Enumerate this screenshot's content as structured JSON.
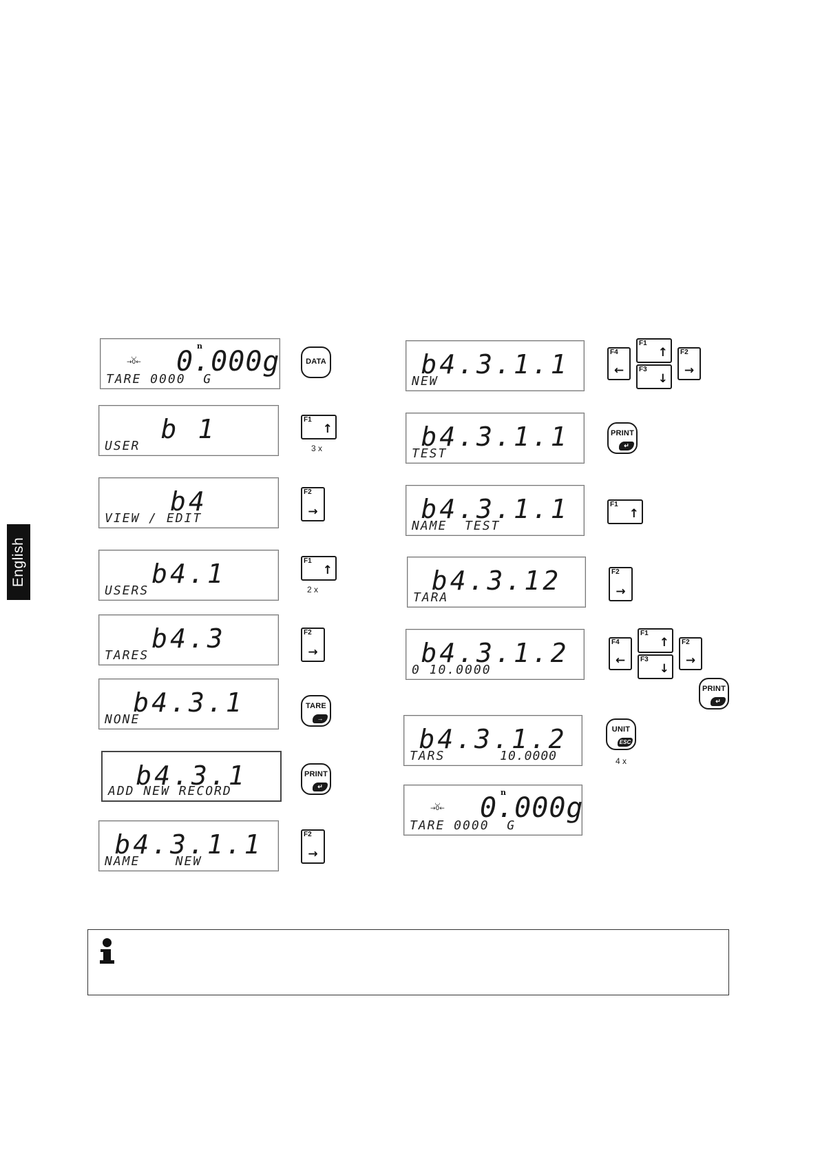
{
  "side_tab": {
    "label": "English"
  },
  "left_steps": [
    {
      "main": "0.000g",
      "sub": "TARE 0000  G",
      "indicator": "n",
      "stable_icon": "stable-indicator",
      "key": {
        "type": "round",
        "text": "DATA",
        "foot": ""
      },
      "mult": ""
    },
    {
      "main": "b 1",
      "sub": "USER",
      "key": {
        "type": "arrow",
        "label": "F1",
        "arrow": "↑"
      },
      "mult": "3 x"
    },
    {
      "main": "b4",
      "sub": "VIEW / EDIT",
      "key": {
        "type": "arrow",
        "label": "F2",
        "arrow": "→"
      },
      "mult": ""
    },
    {
      "main": "b4.1",
      "sub": "USERS",
      "key": {
        "type": "arrow",
        "label": "F1",
        "arrow": "↑"
      },
      "mult": "2 x"
    },
    {
      "main": "b4.3",
      "sub": "TARES",
      "key": {
        "type": "arrow",
        "label": "F2",
        "arrow": "→"
      },
      "mult": ""
    },
    {
      "main": "b4.3.1",
      "sub": "NONE",
      "key": {
        "type": "round",
        "text": "TARE",
        "foot": "→"
      },
      "mult": ""
    },
    {
      "main": "b4.3.1",
      "sub": "ADD NEW RECORD",
      "key": {
        "type": "round",
        "text": "PRINT",
        "foot": "↵"
      },
      "mult": ""
    },
    {
      "main": "b4.3.1.1",
      "sub": "NAME    NEW",
      "key": {
        "type": "arrow",
        "label": "F2",
        "arrow": "→"
      },
      "mult": ""
    }
  ],
  "right_steps": [
    {
      "main": "b4.3.1.1",
      "sub": "NEW",
      "key": {
        "type": "cluster"
      },
      "mult": ""
    },
    {
      "main": "b4.3.1.1",
      "sub": "TEST",
      "key": {
        "type": "round",
        "text": "PRINT",
        "foot": "↵"
      },
      "mult": ""
    },
    {
      "main": "b4.3.1.1",
      "sub": "NAME  TEST",
      "key": {
        "type": "arrow",
        "label": "F1",
        "arrow": "↑"
      },
      "mult": ""
    },
    {
      "main": "b4.3.12",
      "sub": "TARA",
      "key": {
        "type": "arrow",
        "label": "F2",
        "arrow": "→"
      },
      "mult": ""
    },
    {
      "main": "b4.3.1.2",
      "sub": "0 10.0000",
      "key": {
        "type": "cluster"
      },
      "mult": ""
    },
    {
      "main": "b4.3.1.2",
      "sub": "TARS",
      "sub2": "10.0000",
      "key": {
        "type": "round",
        "text": "UNIT",
        "foot": "ESC"
      },
      "mult": "4 x"
    },
    {
      "main": "0.000g",
      "sub": "TARE 0000  G",
      "indicator": "n",
      "stable_icon": "stable-indicator",
      "key": null,
      "mult": ""
    }
  ],
  "extra_print_key": {
    "text": "PRINT",
    "foot": "↵"
  },
  "cluster_keys": {
    "f4": {
      "label": "F4",
      "arrow": "←"
    },
    "f1": {
      "label": "F1",
      "arrow": "↑"
    },
    "f3": {
      "label": "F3",
      "arrow": "↓"
    },
    "f2": {
      "label": "F2",
      "arrow": "→"
    }
  },
  "note": {
    "icon": "info-icon",
    "text": ""
  }
}
